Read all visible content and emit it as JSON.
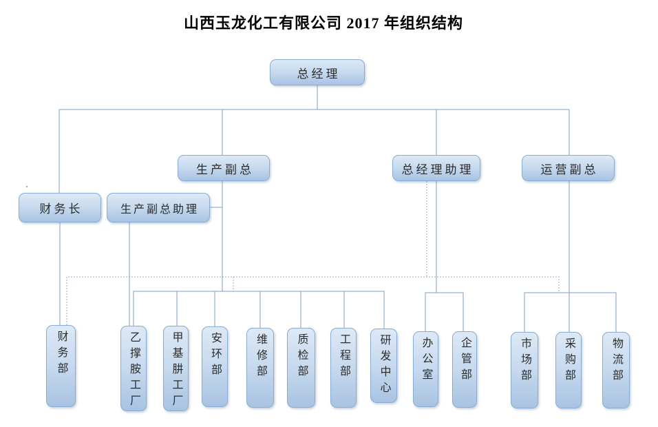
{
  "diagram": {
    "title": "山西玉龙化工有限公司 2017 年组织结构",
    "nodes": {
      "general_manager": "总经理",
      "production_vp": "生产副总",
      "gm_assistant": "总经理助理",
      "operations_vp": "运营副总",
      "cfo": "财务长",
      "production_vp_assistant": "生产副总助理",
      "finance_dept": "财务部",
      "ethyleneamine_plant": "乙撑胺工厂",
      "methylhydrazine_plant": "甲基肼工厂",
      "safety_env_dept": "安环部",
      "maintenance_dept": "维修部",
      "quality_dept": "质检部",
      "engineering_dept": "工程部",
      "rd_center": "研发中心",
      "office": "办公室",
      "enterprise_mgmt_dept": "企管部",
      "marketing_dept": "市场部",
      "purchasing_dept": "采购部",
      "logistics_dept": "物流部"
    },
    "edges": {
      "solid": [
        [
          "总经理",
          "财务长"
        ],
        [
          "总经理",
          "生产副总"
        ],
        [
          "总经理",
          "总经理助理"
        ],
        [
          "总经理",
          "运营副总"
        ],
        [
          "生产副总助理",
          "生产副总"
        ],
        [
          "财务长",
          "财务部"
        ],
        [
          "生产副总助理",
          "乙撑胺工厂"
        ],
        [
          "生产副总",
          "乙撑胺工厂"
        ],
        [
          "生产副总",
          "甲基肼工厂"
        ],
        [
          "生产副总",
          "安环部"
        ],
        [
          "生产副总",
          "维修部"
        ],
        [
          "生产副总",
          "质检部"
        ],
        [
          "生产副总",
          "工程部"
        ],
        [
          "生产副总",
          "研发中心"
        ],
        [
          "总经理助理",
          "办公室"
        ],
        [
          "总经理助理",
          "企管部"
        ],
        [
          "运营副总",
          "市场部"
        ],
        [
          "运营副总",
          "采购部"
        ],
        [
          "运营副总",
          "物流部"
        ]
      ],
      "dotted": [
        [
          "总经理助理",
          "财务部"
        ],
        [
          "总经理助理",
          "生产副总所属部门汇线"
        ],
        [
          "总经理助理",
          "运营副总所属部门汇线"
        ]
      ]
    },
    "colors": {
      "box_border": "#8aabd0",
      "box_fill_top": "#dde9f6",
      "box_fill_bottom": "#a8c3e2",
      "connector": "#7d9fc4",
      "dotted_connector": "#93abc6",
      "title_text": "#000000"
    }
  }
}
